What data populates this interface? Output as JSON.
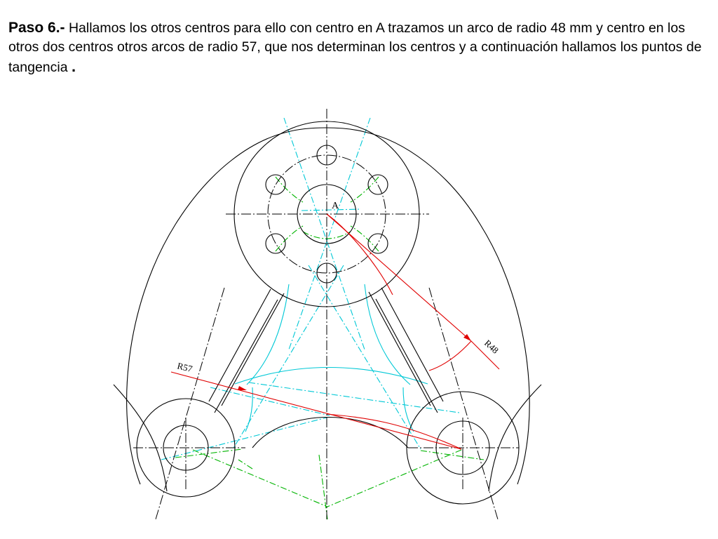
{
  "caption": {
    "step": "Paso 6.-",
    "text": " Hallamos los otros centros para ello con centro en A trazamos un arco de radio 48 mm y centro en los otros dos centros otros arcos de radio 57, que nos determinan los centros y a continuación hallamos los puntos de tangencia ",
    "end": "."
  },
  "drawing": {
    "point_label": "A",
    "radius_large": "R57",
    "radius_small": "R48"
  },
  "colors": {
    "construction_cyan": "#00c8d6",
    "construction_green": "#00b400",
    "dimension_red": "#e00000",
    "outline": "#000000"
  }
}
